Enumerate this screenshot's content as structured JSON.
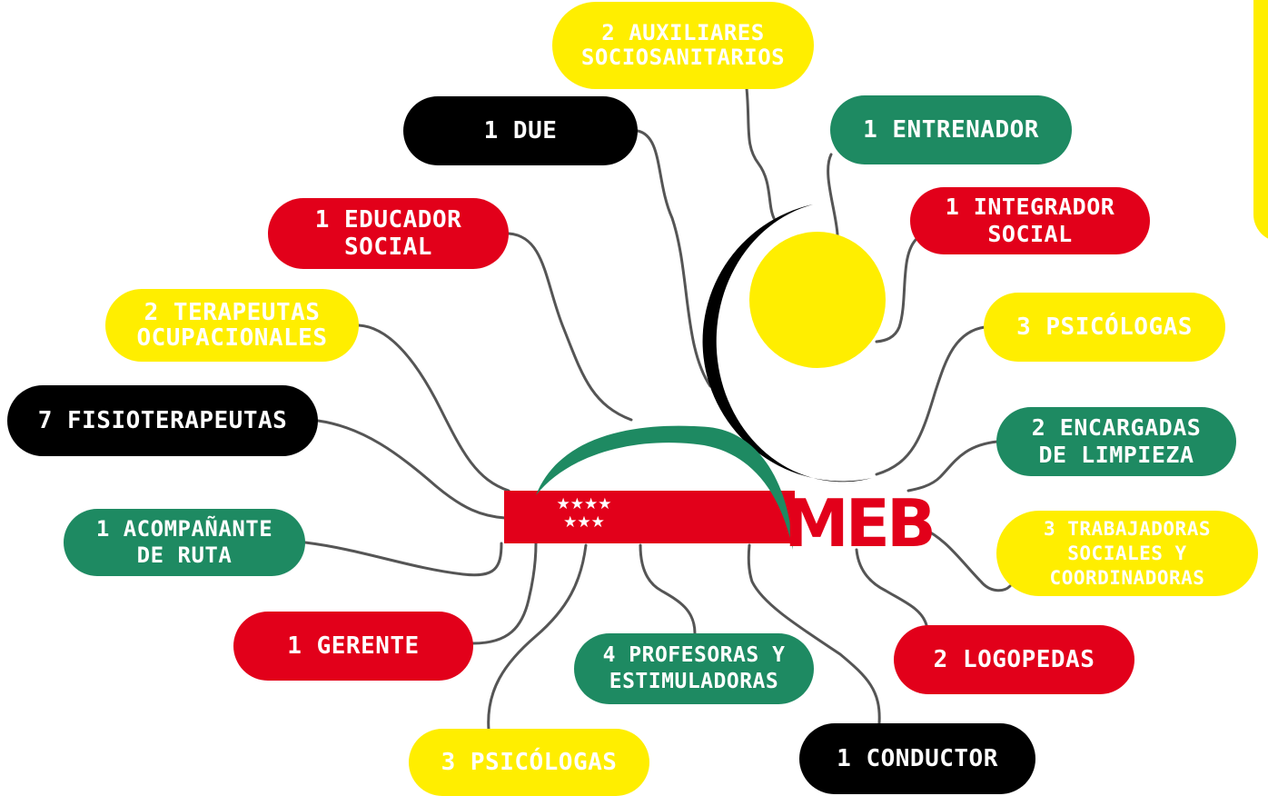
{
  "colors": {
    "red": "#e2001a",
    "green": "#1e8a62",
    "black": "#000000",
    "yellow": "#ffee00",
    "connector": "#555555"
  },
  "logo": {
    "text": "MEB",
    "stars": "★★★★\n★★★"
  },
  "nodes": {
    "auxiliares": "2 AUXILIARES\nSOCIOSANITARIOS",
    "due": "1 DUE",
    "entrenador": "1 ENTRENADOR",
    "educador": "1 EDUCADOR\nSOCIAL",
    "integrador": "1 INTEGRADOR\nSOCIAL",
    "terapeutas": "2 TERAPEUTAS\nOCUPACIONALES",
    "psicologas_top": "3 PSICÓLOGAS",
    "fisioterapeutas": "7 FISIOTERAPEUTAS",
    "limpieza": "2 ENCARGADAS\nDE LIMPIEZA",
    "acompanante": "1 ACOMPAÑANTE\nDE RUTA",
    "trabajadoras": "3 TRABAJADORAS\nSOCIALES Y\nCOORDINADORAS",
    "gerente": "1 GERENTE",
    "profesoras": "4 PROFESORAS Y\nESTIMULADORAS",
    "logopedas": "2 LOGOPEDAS",
    "psicologas_bottom": "3 PSICÓLOGAS",
    "conductor": "1 CONDUCTOR"
  }
}
